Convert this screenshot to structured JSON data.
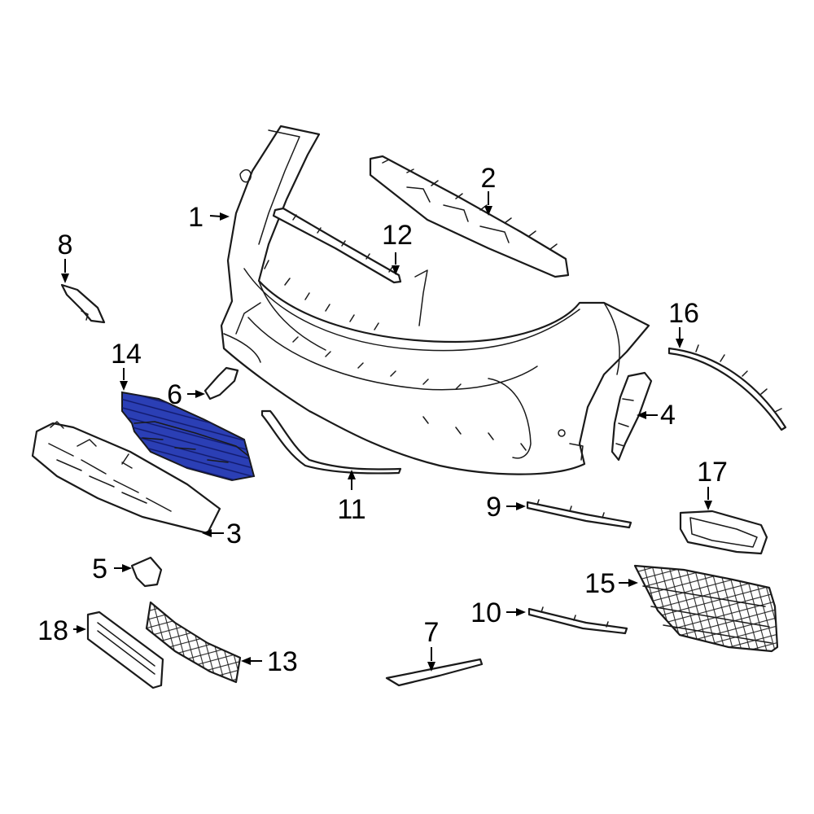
{
  "highlight_color": "#2b3fb5",
  "callouts": [
    {
      "id": "1",
      "label": "1"
    },
    {
      "id": "2",
      "label": "2"
    },
    {
      "id": "3",
      "label": "3"
    },
    {
      "id": "4",
      "label": "4"
    },
    {
      "id": "5",
      "label": "5"
    },
    {
      "id": "6",
      "label": "6"
    },
    {
      "id": "7",
      "label": "7"
    },
    {
      "id": "8",
      "label": "8"
    },
    {
      "id": "9",
      "label": "9"
    },
    {
      "id": "10",
      "label": "10"
    },
    {
      "id": "11",
      "label": "11"
    },
    {
      "id": "12",
      "label": "12"
    },
    {
      "id": "13",
      "label": "13"
    },
    {
      "id": "14",
      "label": "14"
    },
    {
      "id": "15",
      "label": "15"
    },
    {
      "id": "16",
      "label": "16"
    },
    {
      "id": "17",
      "label": "17"
    },
    {
      "id": "18",
      "label": "18"
    }
  ]
}
